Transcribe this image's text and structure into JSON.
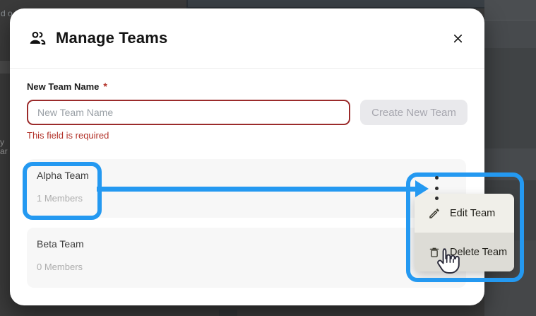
{
  "background": {
    "fragments": {
      "top_left": "d o",
      "mid_left_1": "y",
      "mid_left_2": "ar"
    }
  },
  "modal": {
    "title": "Manage Teams",
    "form": {
      "label": "New Team Name",
      "required_marker": "*",
      "input_value": "",
      "input_placeholder": "New Team Name",
      "error": "This field is required",
      "submit_label": "Create New Team"
    },
    "teams": [
      {
        "name": "Alpha Team",
        "members": "1 Members"
      },
      {
        "name": "Beta Team",
        "members": "0 Members"
      }
    ],
    "menu": {
      "items": [
        {
          "label": "Edit Team",
          "icon": "pencil-icon"
        },
        {
          "label": "Delete Team",
          "icon": "trash-icon"
        }
      ]
    }
  },
  "colors": {
    "annotation_blue": "#2499f1",
    "error_red": "#b23229",
    "input_border_red": "#9b2b2b"
  }
}
